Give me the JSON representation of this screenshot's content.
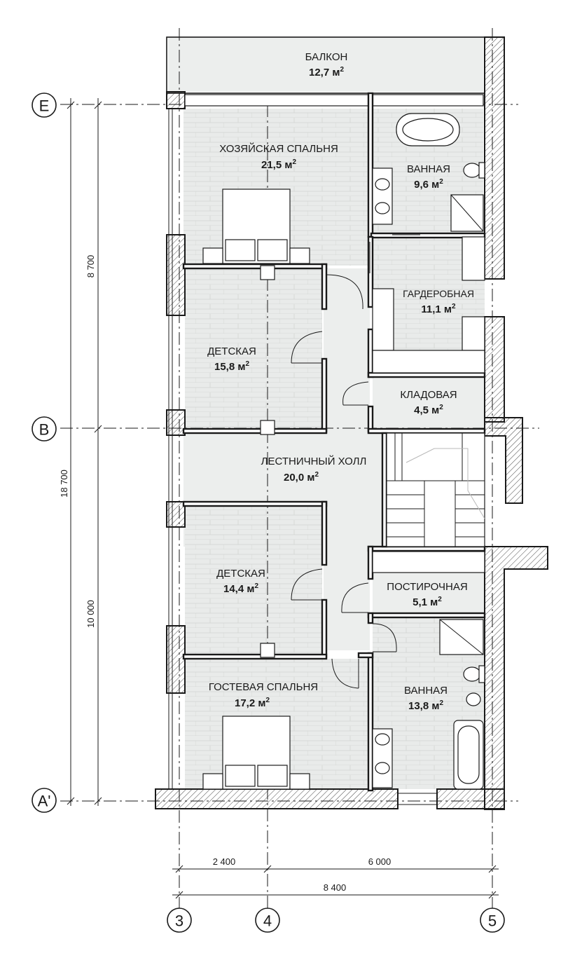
{
  "rooms": [
    {
      "id": "balcony",
      "name": "БАЛКОН",
      "area": "12,7 м"
    },
    {
      "id": "master-bedroom",
      "name": "ХОЗЯЙСКАЯ СПАЛЬНЯ",
      "area": "21,5 м"
    },
    {
      "id": "bathroom-1",
      "name": "ВАННАЯ",
      "area": "9,6 м"
    },
    {
      "id": "wardrobe",
      "name": "ГАРДЕРОБНАЯ",
      "area": "11,1 м"
    },
    {
      "id": "kids-room-1",
      "name": "ДЕТСКАЯ",
      "area": "15,8 м"
    },
    {
      "id": "storage",
      "name": "КЛАДОВАЯ",
      "area": "4,5 м"
    },
    {
      "id": "stair-hall",
      "name": "ЛЕСТНИЧНЫЙ ХОЛЛ",
      "area": "20,0 м"
    },
    {
      "id": "kids-room-2",
      "name": "ДЕТСКАЯ",
      "area": "14,4 м"
    },
    {
      "id": "laundry",
      "name": "ПОСТИРОЧНАЯ",
      "area": "5,1 м"
    },
    {
      "id": "guest-bedroom",
      "name": "ГОСТЕВАЯ СПАЛЬНЯ",
      "area": "17,2 м"
    },
    {
      "id": "bathroom-2",
      "name": "ВАННАЯ",
      "area": "13,8 м"
    }
  ],
  "area_superscript": "2",
  "axes": {
    "rows": [
      {
        "label": "E"
      },
      {
        "label": "B"
      },
      {
        "label": "A'"
      }
    ],
    "cols": [
      {
        "label": "3"
      },
      {
        "label": "4"
      },
      {
        "label": "5"
      }
    ]
  },
  "dimensions": {
    "vertical": [
      {
        "label": "8 700",
        "value_mm": 8700
      },
      {
        "label": "10 000",
        "value_mm": 10000
      },
      {
        "label": "18 700",
        "value_mm": 18700
      }
    ],
    "horizontal": [
      {
        "label": "2 400",
        "value_mm": 2400
      },
      {
        "label": "6 000",
        "value_mm": 6000
      },
      {
        "label": "8 400",
        "value_mm": 8400
      }
    ]
  }
}
